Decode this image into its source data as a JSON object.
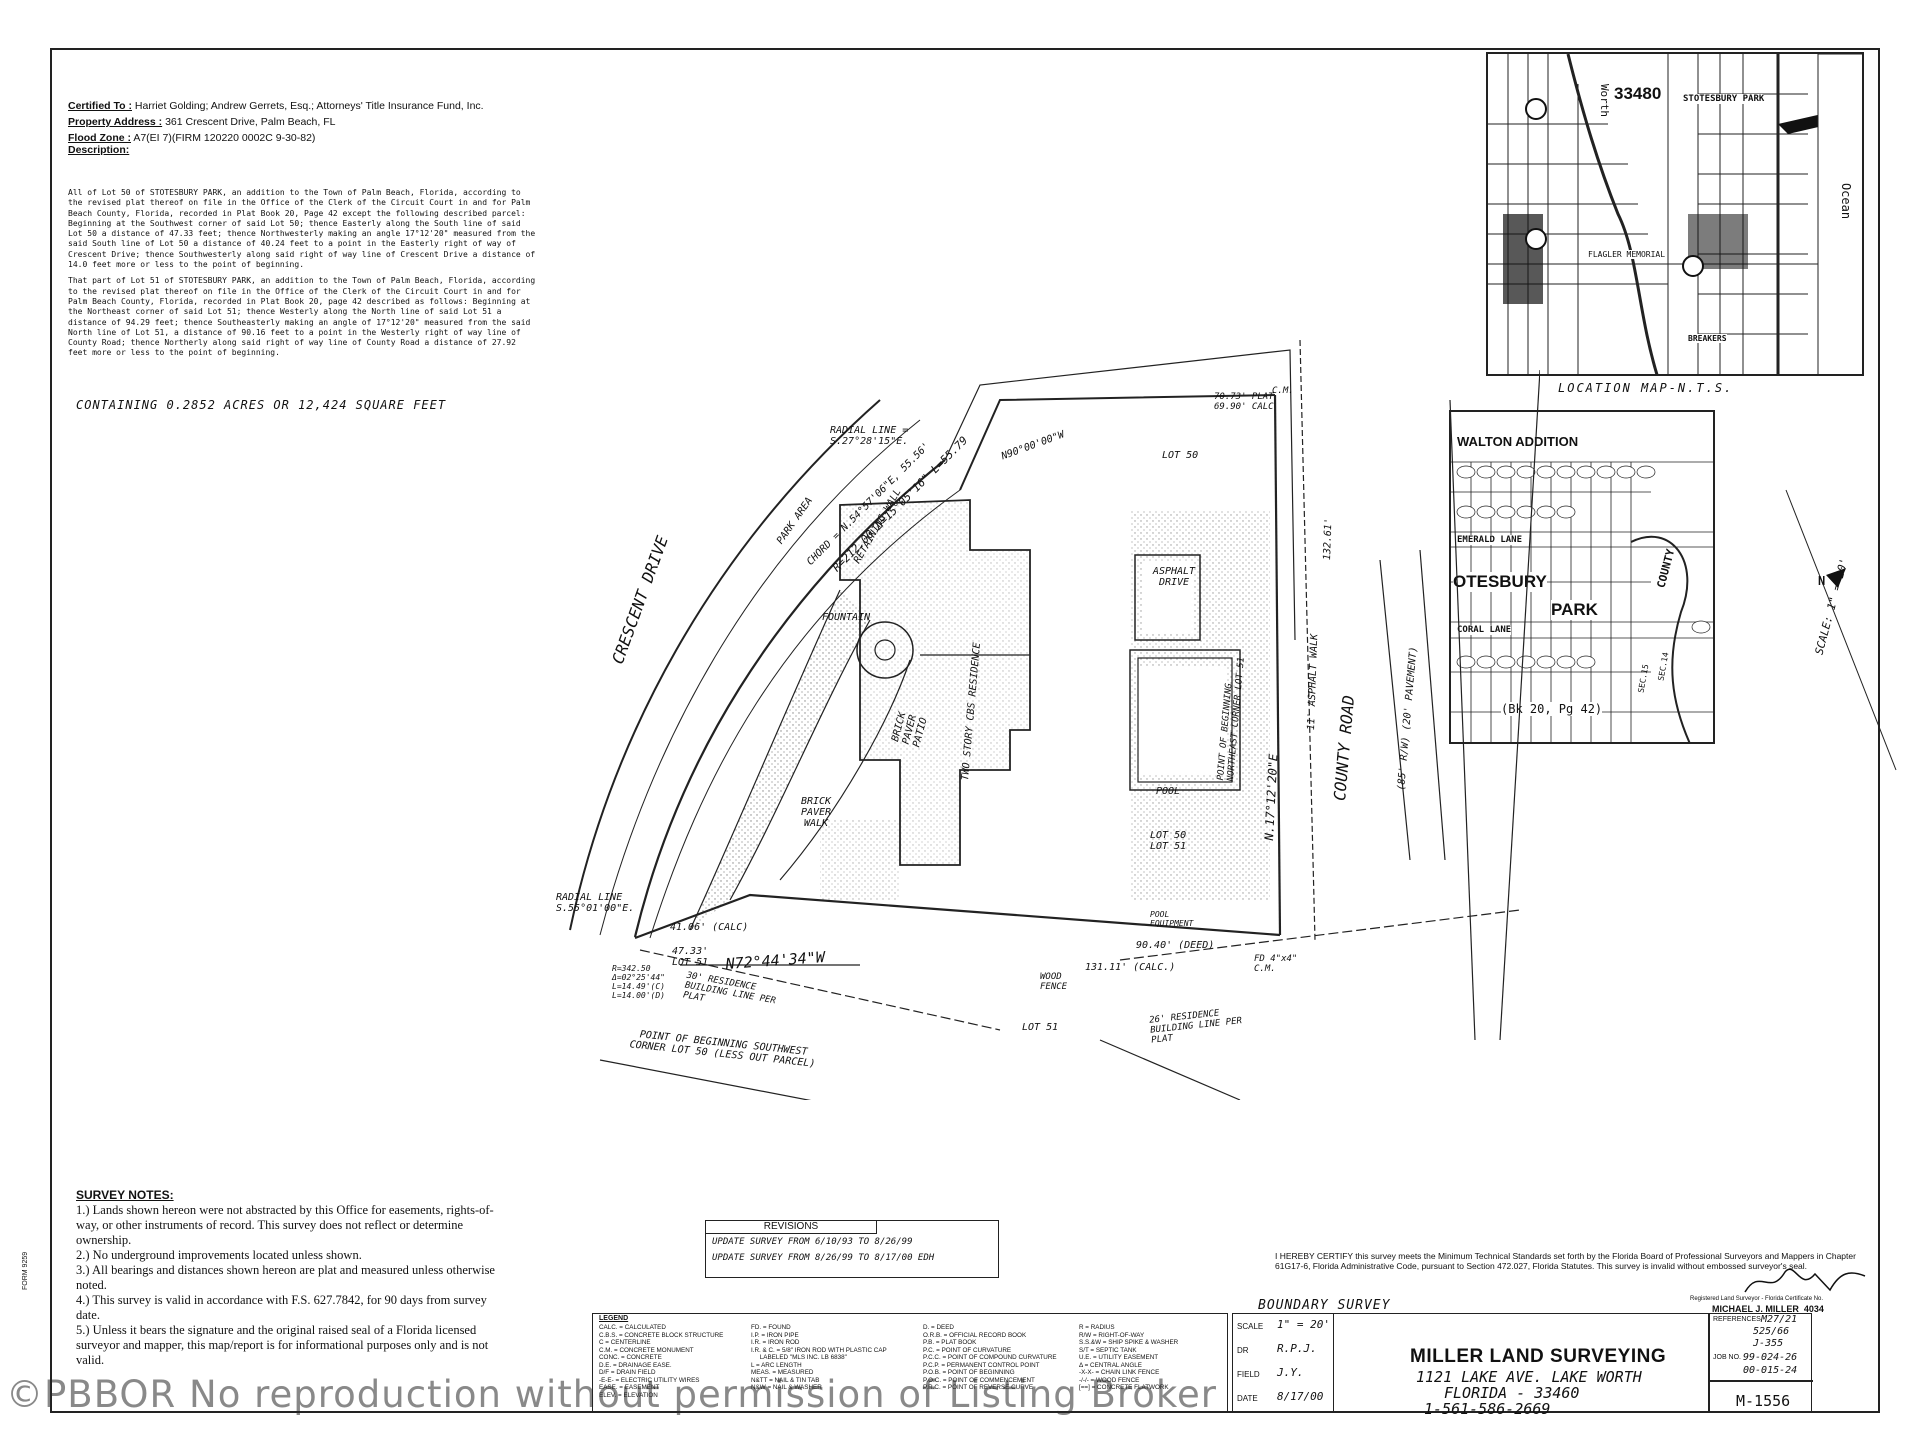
{
  "header": {
    "certified_label": "Certified To :",
    "certified_value": "Harriet Golding; Andrew Gerrets, Esq.; Attorneys' Title Insurance Fund, Inc.",
    "property_label": "Property Address :",
    "property_value": "361 Crescent Drive, Palm Beach, FL",
    "flood_label": "Flood Zone :",
    "flood_value": "A7(EI 7)(FIRM 120220 0002C 9-30-82)",
    "description_label": "Description:",
    "description_p1": "All of Lot 50 of STOTESBURY PARK, an addition to the Town of Palm Beach, Florida, according to the revised plat thereof on file in the Office of the Clerk of the Circuit Court in and for Palm Beach County, Florida, recorded in Plat Book 20, Page 42 except the following described parcel: Beginning at the Southwest corner of said Lot 50; thence Easterly along the South line of said Lot 50 a distance of 47.33 feet; thence Northwesterly making an angle 17°12'20\" measured from the said South line of Lot 50 a distance of 40.24 feet to a point in the Easterly right of way of Crescent Drive; thence Southwesterly along said right of way line of Crescent Drive a distance of 14.0 feet more or less to the point of beginning.",
    "description_p2": "That part of Lot 51 of STOTESBURY PARK, an addition to the Town of Palm Beach, Florida, according to the revised plat thereof on file in the Office of the Clerk of the Circuit Court in and for Palm Beach County, Florida, recorded in Plat Book 20, page 42 described as follows: Beginning at the Northeast corner of said Lot 51; thence Westerly along the North line of said Lot 51 a distance of 94.29 feet; thence Southeasterly making an angle of 17°12'20\" measured from the said North line of Lot 51, a distance of 90.16 feet to a point in the Westerly right of way line of County Road; thence Northerly along said right of way line of County Road a distance of 27.92 feet more or less to the point of beginning.",
    "containing": "CONTAINING 0.2852 ACRES OR 12,424 SQUARE FEET"
  },
  "survey_notes": {
    "title": "SURVEY NOTES:",
    "items": [
      "1.) Lands shown hereon were not abstracted by this Office for easements, rights-of-way, or other instruments of record. This survey does not reflect or determine ownership.",
      "2.) No underground improvements located unless shown.",
      "3.) All bearings and distances shown hereon are plat and measured unless otherwise noted.",
      "4.) This survey is valid in accordance with F.S. 627.7842, for 90 days from survey date.",
      "5.) Unless it bears the signature and the original raised seal of a Florida licensed surveyor and mapper, this map/report is for informational purposes only and is not valid."
    ]
  },
  "watermark": "©PBBOR No reproduction without permission of Listing Broker",
  "plan_labels": {
    "crescent_drive": "CRESCENT DRIVE",
    "county_road": "COUNTY ROAD",
    "county_road_sub": "(85' R/W) (20' PAVEMENT)",
    "park_area": "PARK AREA",
    "lot50_top": "LOT 50",
    "lot51_bottom": "LOT 51",
    "lot50_51": "LOT 50 LOT 51",
    "two_story": "TWO STORY CBS RESIDENCE",
    "pool": "POOL",
    "asphalt_drive": "ASPHALT DRIVE",
    "asphalt_walk": "11' ASPHALT WALK",
    "fountain": "FOUNTAIN",
    "brick_walk": "BRICK PAVER WALK",
    "brick_patio": "BRICK PAVER PATIO",
    "retaining_wall": "RETAINING WALL",
    "radial_line_top": "RADIAL LINE = S.27°28'15\"E.",
    "radial_line_bottom": "RADIAL LINE S.55°01'00\"E.",
    "bearing_north": "N90°00'00\"W",
    "bearing_south": "N72°44'34\"W",
    "bearing_east": "N.17°12'20\"E",
    "chord": "CHORD = N.54°57'06\"E, 55.56'",
    "arc_data": "R=212.00 Δ=15°05'16\" L=55.79",
    "dist_13611": "131.11' (CALC.)",
    "dist_13261": "132.61'",
    "dist_9040": "90.40' (DEED)",
    "dist_4106": "41.06' (CALC)",
    "dist_4733": "47.33' LOT 51",
    "pob": "POINT OF BEGINNING SOUTHWEST CORNER LOT 50 (LESS OUT PARCEL)",
    "pob_east": "POINT OF BEGINNING NORTHEAST CORNER LOT 51",
    "setback_30": "30' RESIDENCE BUILDING LINE PER PLAT",
    "setback_26": "26' RESIDENCE BUILDING LINE PER PLAT",
    "wood_fence": "WOOD FENCE",
    "pool_equipment": "POOL EQUIPMENT",
    "cm": "C.M.",
    "fd4x4": "FD 4\"x4\" C.M.",
    "curve_small": "R=342.50 Δ=02°25'44\" L=14.49'(C) L=14.00'(D)",
    "flat_dist": "70.73' PLAT 69.90' CALC"
  },
  "location_map": {
    "zip": "33480",
    "label": "LOCATION MAP-N.T.S.",
    "park_label": "STOTESBURY PARK",
    "ocean": "Ocean",
    "worth": "Worth",
    "bridge": "FLAGLER MEMORIAL",
    "breakers": "BREAKERS"
  },
  "subdivision_map": {
    "title": "WALTON ADDITION",
    "emerald": "EMERALD LANE",
    "otesbury": "OTESBURY",
    "park": "PARK",
    "coral": "CORAL LANE",
    "county": "COUNTY",
    "book": "(Bk 20, Pg 42)",
    "sec14": "SEC.14",
    "sec15": "SEC.15",
    "scale": "SCALE: 1\" = 20'",
    "north": "N"
  },
  "revisions": {
    "title": "REVISIONS",
    "r1": "UPDATE SURVEY FROM 6/10/93 TO 8/26/99",
    "r2": "UPDATE SURVEY FROM 8/26/99 TO 8/17/00 EDH"
  },
  "legend": {
    "title": "LEGEND",
    "col1": "CALC. = CALCULATED\nC.B.S. = CONCRETE BLOCK STRUCTURE\nC = CENTERLINE\nC.M. = CONCRETE MONUMENT\nCONC. = CONCRETE\nD.E. = DRAINAGE EASE.\nD/F = DRAIN FIELD\n-E-E- = ELECTRIC UTILITY WIRES\nEASE. = EASEMENT\nELEV. = ELEVATION",
    "col2": "FD. = FOUND\nI.P. = IRON PIPE\nI.R. = IRON ROD\nI.R. & C. = 5/8\" IRON ROD WITH PLASTIC CAP\n     LABELED \"MLS INC. LB 6838\"\nL = ARC LENGTH\nMEAS. = MEASURED\nN&TT = NAIL & TIN TAB\nN&W = NAIL & WASHER",
    "col3": "D. = DEED\nO.R.B. = OFFICIAL RECORD BOOK\nP.B. = PLAT BOOK\nP.C. = POINT OF CURVATURE\nP.C.C. = POINT OF COMPOUND CURVATURE\nP.C.P. = PERMANENT CONTROL POINT\nP.O.B. = POINT OF BEGINNING\nP.O.C. = POINT OF COMMENCEMENT\nP.R.C. = POINT OF REVERSE CURVE",
    "col4": "R = RADIUS\nR/W = RIGHT-OF-WAY\nS.S.&W = SHIP SPIKE & WASHER\nS/T = SEPTIC TANK\nU.E. = UTILITY EASEMENT\nΔ = CENTRAL ANGLE\n-X-X- = CHAIN LINK FENCE\n-/-/- = WOOD FENCE\n[==] = CONCRETE FLATWORK"
  },
  "title_block": {
    "scale_label": "SCALE",
    "scale_value": "1\" = 20'",
    "dr_label": "DR",
    "dr_value": "R.P.J.",
    "field_label": "FIELD",
    "field_value": "J.Y.",
    "date_label": "DATE",
    "date_value": "8/17/00",
    "firm": "MILLER LAND SURVEYING",
    "address1": "1121 LAKE AVE. LAKE WORTH",
    "address2": "FLORIDA - 33460",
    "phone": "1-561-586-2669",
    "references_label": "REFERENCES",
    "ref1": "M27/21",
    "ref2": "525/66",
    "ref3": "J-355",
    "job_label": "JOB NO.",
    "job1": "99-024-26",
    "job2": "00-015-24",
    "m_number": "M-1556",
    "boundary_survey": "BOUNDARY SURVEY",
    "surveyor": "MICHAEL J. MILLER",
    "certificate_no": "4034",
    "reg_line": "Registered Land Surveyor - Florida Certificate No.",
    "certify": "I HEREBY CERTIFY this survey meets the Minimum Technical Standards set forth by the Florida Board of Professional Surveyors and Mappers in Chapter 61G17-6, Florida Administrative Code, pursuant to Section 472.027, Florida Statutes. This survey is invalid without embossed surveyor's seal."
  },
  "side_text": "FORM 9259"
}
